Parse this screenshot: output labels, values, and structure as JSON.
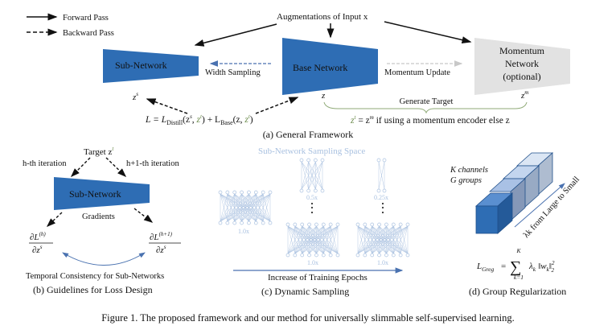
{
  "legend": {
    "forward": "Forward Pass",
    "backward": "Backward Pass"
  },
  "panel_a": {
    "input_label": "Augmentations of Input x",
    "sub_network": "Sub-Network",
    "base_network": "Base Network",
    "momentum_network": [
      "Momentum",
      "Network",
      "(optional)"
    ],
    "width_sampling": "Width Sampling",
    "momentum_update": "Momentum Update",
    "zs": "z",
    "zs_sup": "s",
    "z": "z",
    "zm": "z",
    "zm_sup": "m",
    "loss_L": "L = L",
    "loss_distill_sub": "Distill",
    "loss_args1_a": "(z",
    "loss_args1_b": "s",
    "loss_args1_c": ", ",
    "zt": "z",
    "zt_sup": "t",
    "loss_plus": ") + L",
    "loss_base_sub": "Base",
    "loss_args2": "(z, ",
    "loss_close": ")",
    "generate_target": "Generate Target",
    "target_eq": " = z",
    "target_eq_sup": "m",
    "target_eq_rest": " if using a momentum encoder else z",
    "caption": "(a) General Framework"
  },
  "panel_b": {
    "target": "Target z",
    "target_sup": "t",
    "h_iter": "h-th iteration",
    "h1_iter": "h+1-th iteration",
    "sub_network": "Sub-Network",
    "gradients": "Gradients",
    "grad_left_num": "∂L",
    "grad_left_sup": "(h)",
    "grad_right_num": "∂L",
    "grad_right_sup": "(h+1)",
    "grad_den": "∂z",
    "grad_den_sup": "s",
    "consistency": "Temporal Consistency for Sub-Networks",
    "caption": "(b) Guidelines for Loss Design"
  },
  "panel_c": {
    "title": "Sub-Network Sampling Space",
    "labels": [
      "1.0x",
      "0.5x",
      "1.0x",
      "0.25x",
      "1.0x"
    ],
    "axis": "Increase of Training Epochs",
    "caption": "(c) Dynamic Sampling"
  },
  "panel_d": {
    "k_channels": "K channels",
    "g_groups": "G groups",
    "lambda_label": "λk from Large to Small",
    "formula_lhs": "L",
    "formula_lhs_sub": "Greg",
    "formula_eq": "=",
    "sum_top": "K",
    "sum_bottom": "k=1",
    "formula_rhs": "λ",
    "formula_rhs_sub": "k",
    "formula_norm": "‖w",
    "formula_norm_sub": "k",
    "formula_norm_close": "‖",
    "formula_norm_pow": "2",
    "formula_norm_idx": "2",
    "caption": "(d) Group Regularization"
  },
  "figure_caption": "Figure 1. The proposed framework and our method for universally slimmable self-supervised learning.",
  "colors": {
    "network_blue": "#2e6db4",
    "momentum_gray": "#e2e2e2",
    "light_blue": "#a9c1e0",
    "target_green": "#6a8a4a",
    "arrow_blue": "#4a72b0"
  }
}
